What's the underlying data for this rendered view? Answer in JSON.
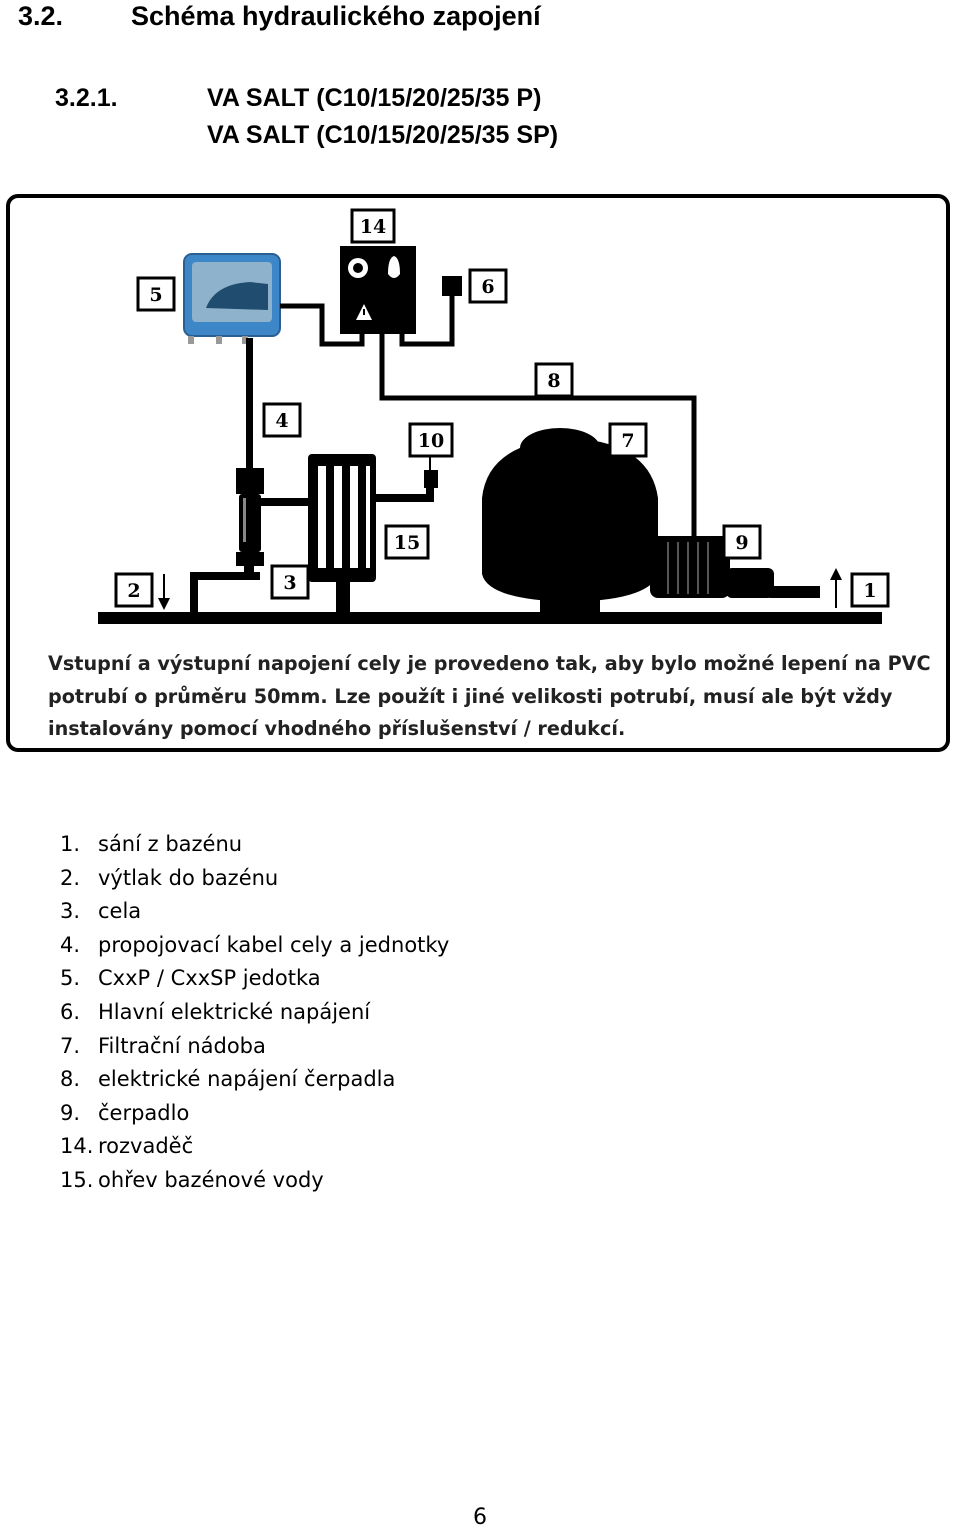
{
  "heading": {
    "number": "3.2.",
    "title": "Schéma hydraulického zapojení"
  },
  "subheading": {
    "number": "3.2.1.",
    "line1": "VA SALT (C10/15/20/25/35 P)",
    "line2": "VA SALT (C10/15/20/25/35 SP)"
  },
  "diagram": {
    "labels": {
      "l1": "1",
      "l2": "2",
      "l3": "3",
      "l4": "4",
      "l5": "5",
      "l6": "6",
      "l7": "7",
      "l8": "8",
      "l9": "9",
      "l10": "10",
      "l14": "14",
      "l15": "15"
    },
    "caption": "Vstupní a výstupní napojení cely je provedeno tak, aby bylo možné lepení na PVC potrubí o průměru 50mm. Lze použít i jiné velikosti potrubí, musí ale být vždy instalovány pomocí vhodného příslušenství / redukcí."
  },
  "legend": [
    {
      "num": "1.",
      "text": "sání z bazénu"
    },
    {
      "num": "2.",
      "text": "výtlak do bazénu"
    },
    {
      "num": "3.",
      "text": "cela"
    },
    {
      "num": "4.",
      "text": "propojovací kabel cely a jednotky"
    },
    {
      "num": "5.",
      "text": "CxxP / CxxSP jedotka"
    },
    {
      "num": "6.",
      "text": "Hlavní elektrické napájení"
    },
    {
      "num": "7.",
      "text": "Filtrační nádoba"
    },
    {
      "num": "8.",
      "text": "elektrické napájení čerpadla"
    },
    {
      "num": "9.",
      "text": "čerpadlo"
    },
    {
      "num": "14.",
      "text": "rozvaděč"
    },
    {
      "num": "15.",
      "text": "ohřev bazénové vody"
    }
  ],
  "page_number": "6"
}
